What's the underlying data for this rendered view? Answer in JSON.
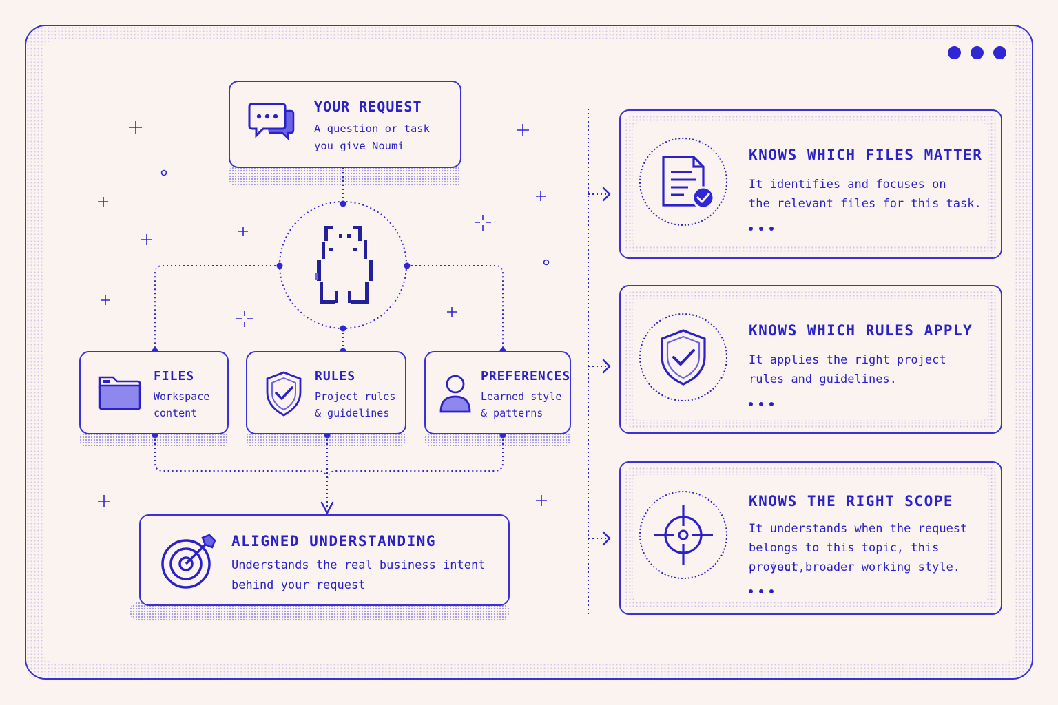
{
  "window_controls": [
    "dot",
    "dot",
    "dot"
  ],
  "request": {
    "title": "YOUR REQUEST",
    "line1": "A question or task",
    "line2": "you give Noumi",
    "icon": "chat-bubbles-icon"
  },
  "center": {
    "icon": "pixel-cat-icon"
  },
  "sources": [
    {
      "title": "FILES",
      "line1": "Workspace",
      "line2": "content",
      "icon": "folder-icon"
    },
    {
      "title": "RULES",
      "line1": "Project rules",
      "line2": "& guidelines",
      "icon": "shield-check-icon"
    },
    {
      "title": "PREFERENCES",
      "line1": "Learned style",
      "line2": "& patterns",
      "icon": "user-icon"
    }
  ],
  "result": {
    "title": "ALIGNED UNDERSTANDING",
    "line1": "Understands the real business intent",
    "line2": "behind your request",
    "icon": "target-arrow-icon"
  },
  "capabilities": [
    {
      "title": "KNOWS WHICH FILES MATTER",
      "lines": [
        "It identifies and focuses on",
        "the relevant files for this task."
      ],
      "icon": "document-check-icon"
    },
    {
      "title": "KNOWS WHICH RULES APPLY",
      "lines": [
        "It applies the right project",
        "rules and guidelines."
      ],
      "icon": "shield-check-icon"
    },
    {
      "title": "KNOWS THE RIGHT SCOPE",
      "lines": [
        "It understands when the request",
        "belongs to this topic, this project,",
        "or your broader working style."
      ],
      "icon": "crosshair-icon"
    }
  ],
  "colors": {
    "accent": "#2f26d6",
    "background": "#fbf3f0"
  }
}
